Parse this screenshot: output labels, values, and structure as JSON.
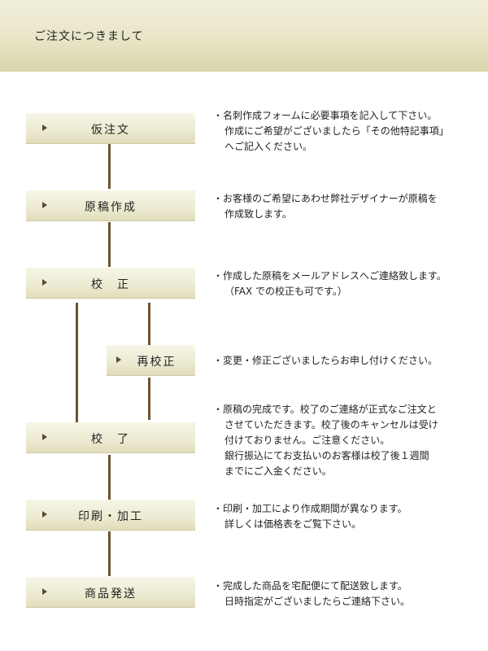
{
  "header": {
    "title": "ご注文につきまして"
  },
  "steps": [
    {
      "label": "仮注文"
    },
    {
      "label": "原稿作成"
    },
    {
      "label": "校　正"
    },
    {
      "label": "再校正"
    },
    {
      "label": "校　了"
    },
    {
      "label": "印刷・加工"
    },
    {
      "label": "商品発送"
    }
  ],
  "descriptions": [
    {
      "lines": [
        "・名刺作成フォームに必要事項を記入して下さい。",
        "作成にご希望がございましたら「その他特記事項」",
        "へご記入ください。"
      ]
    },
    {
      "lines": [
        "・お客様のご希望にあわせ弊社デザイナーが原稿を",
        "作成致します。"
      ]
    },
    {
      "lines": [
        "・作成した原稿をメールアドレスへご連絡致します。",
        "（FAX での校正も可です。）"
      ]
    },
    {
      "lines": [
        "・変更・修正ございましたらお申し付けください。"
      ]
    },
    {
      "lines": [
        "・原稿の完成です。校了のご連絡が正式なご注文と",
        "させていただきます。校了後のキャンセルは受け",
        "付けておりません。ご注意ください。",
        "銀行振込にてお支払いのお客様は校了後１週間",
        "までにご入金ください。"
      ]
    },
    {
      "lines": [
        "・印刷・加工により作成期間が異なります。",
        "詳しくは価格表をご覧下さい。"
      ]
    },
    {
      "lines": [
        "・完成した商品を宅配便にて配送致します。",
        "日時指定がございましたらご連絡下さい。"
      ]
    }
  ],
  "colors": {
    "connector": "#6b5430",
    "box_light": "#f7f6e8",
    "box_dark": "#e1ddbb"
  }
}
